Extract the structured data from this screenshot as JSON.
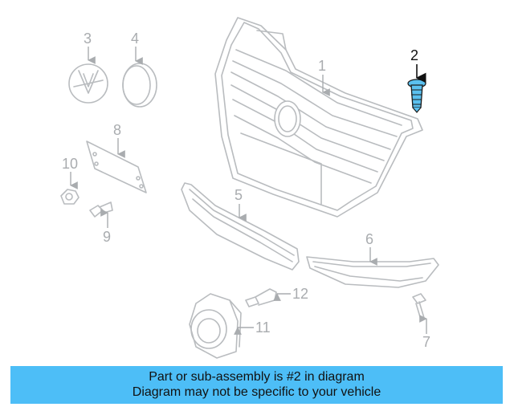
{
  "callouts": {
    "c1": "1",
    "c2": "2",
    "c3": "3",
    "c4": "4",
    "c5": "5",
    "c6": "6",
    "c7": "7",
    "c8": "8",
    "c9": "9",
    "c10": "10",
    "c11": "11",
    "c12": "12"
  },
  "highlight_color": "#5bc0ef",
  "caption": {
    "line1": "Part or sub-assembly is #2 in diagram",
    "line2": "Diagram may not be specific to your vehicle",
    "background": "#4dbef7"
  }
}
